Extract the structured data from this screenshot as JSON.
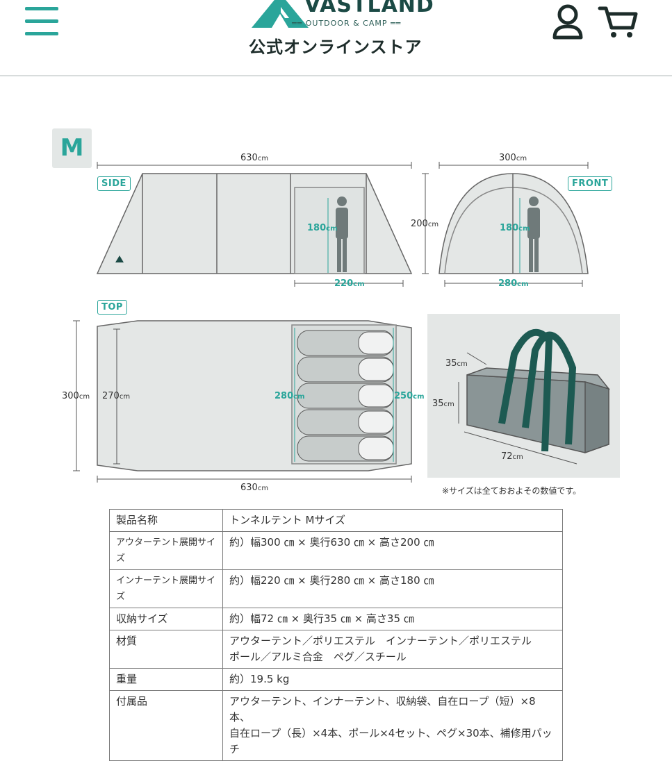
{
  "header": {
    "brand_name": "VASTLAND",
    "brand_tagline": "OUTDOOR & CAMP",
    "store_name": "公式オンラインストア",
    "menu_icon": "hamburger-menu-icon",
    "account_icon": "user-icon",
    "cart_icon": "cart-icon",
    "accent_color": "#2aa59a"
  },
  "diagram": {
    "size_badge": "M",
    "side": {
      "label": "SIDE",
      "length": "630",
      "height": "200",
      "person_height": "180",
      "inner_width": "220"
    },
    "front": {
      "label": "FRONT",
      "width": "300",
      "person_height": "180",
      "inner_width": "280"
    },
    "top": {
      "label": "TOP",
      "depth": "300",
      "inner_depth": "270",
      "inner_length": "280",
      "inner_width": "250",
      "length": "630"
    },
    "bag": {
      "width": "72",
      "depth": "35",
      "height": "35"
    },
    "unit": "cm",
    "note": "※サイズは全ておおよその数値です。"
  },
  "spec_table": [
    {
      "key": "製品名称",
      "value": "トンネルテント Mサイズ"
    },
    {
      "key": "アウターテント展開サイズ",
      "value": "約）幅300 ㎝ × 奥行630 ㎝ × 高さ200 ㎝"
    },
    {
      "key": "インナーテント展開サイズ",
      "value": "約）幅220 ㎝ × 奥行280 ㎝ × 高さ180 ㎝"
    },
    {
      "key": "収納サイズ",
      "value": "約）幅72 ㎝ × 奥行35 ㎝ × 高さ35 ㎝"
    },
    {
      "key": "材質",
      "value": "アウターテント／ポリエステル　インナーテント／ポリエステル",
      "value2": "ポール／アルミ合金　ペグ／スチール"
    },
    {
      "key": "重量",
      "value": "約）19.5 kg"
    },
    {
      "key": "付属品",
      "value": "アウターテント、インナーテント、収納袋、自在ロープ（短）×8本、",
      "value2": "自在ロープ（長）×4本、ポール×4セット、ペグ×30本、補修用パッチ"
    }
  ]
}
